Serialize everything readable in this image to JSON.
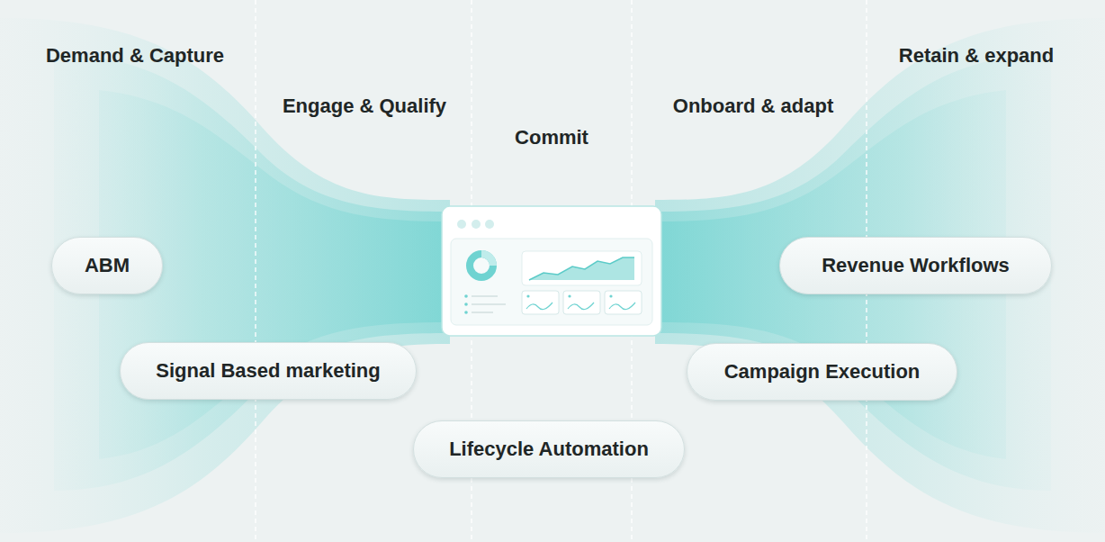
{
  "diagram": {
    "nodes": [
      {
        "text": [
          "ABM"
        ]
      },
      {
        "text": [
          "Revenue Workflows"
        ]
      },
      {
        "text": [
          "Signal Based marketing"
        ]
      },
      {
        "text": [
          "Campaign Execution"
        ]
      },
      {
        "text": [
          "Lifecycle Automation"
        ]
      }
    ],
    "labels": [
      "Demand & Capture",
      "Engage & Qualify",
      "Commit",
      "Onboard & adapt",
      "Retain & expand"
    ]
  }
}
